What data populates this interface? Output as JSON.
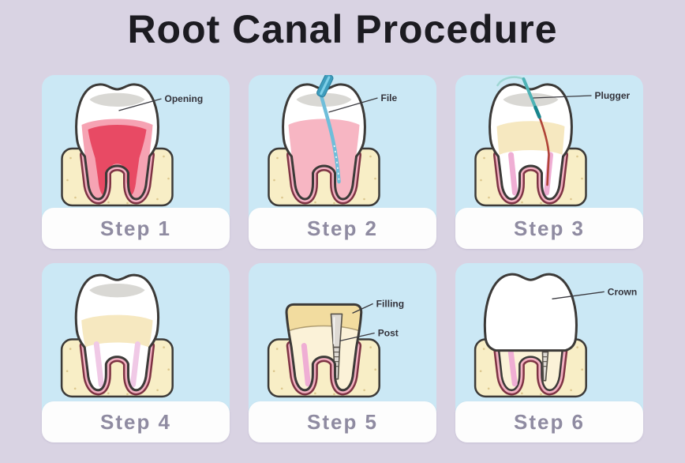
{
  "title": "Root Canal Procedure",
  "steps": [
    {
      "label": "Step 1",
      "annotations": [
        {
          "label": "Opening"
        }
      ]
    },
    {
      "label": "Step 2",
      "annotations": [
        {
          "label": "File"
        }
      ]
    },
    {
      "label": "Step 3",
      "annotations": [
        {
          "label": "Plugger"
        }
      ]
    },
    {
      "label": "Step 4",
      "annotations": []
    },
    {
      "label": "Step 5",
      "annotations": [
        {
          "label": "Filling"
        },
        {
          "label": "Post"
        }
      ]
    },
    {
      "label": "Step 6",
      "annotations": [
        {
          "label": "Crown"
        }
      ]
    }
  ],
  "colors": {
    "background": "#d9d3e3",
    "panel_blue": "#cbe8f5",
    "card_white": "#fdfdfd",
    "step_label": "#8f8ba1",
    "title_text": "#1c1b21",
    "outline": "#3c3a38",
    "bone": "#f8eec6",
    "bone_speckle": "#dcc78e",
    "gum_pink": "#f3b0c2",
    "gum_outline": "#7e3444",
    "pulp_light": "#f6a3b3",
    "pulp_core": "#e84a64",
    "pulp_mild": "#f7b6c3",
    "canal_pink": "#efaed4",
    "canal_lavender": "#f0c9e6",
    "canal_red": "#b04438",
    "cervical_yellow": "#f6e8c0",
    "filling_yellow": "#f2dc9f",
    "dentin": "#fbf2d8",
    "file_blue": "#6fbeda",
    "file_serration": "#e8f7fb",
    "file_handle": "#3e9dbd",
    "file_stripe": "#7ecfe8",
    "plugger_teal": "#4fb3b6",
    "plugger_dark": "#18858d",
    "plugger_wire": "#9fd6d3",
    "post_gray": "#dedad4",
    "post_dark": "#57524a",
    "crown_white": "#ffffff",
    "annotation_text": "#33323a",
    "leader_line": "#3a3a40",
    "occlusal_gray": "#d9d8d4"
  }
}
